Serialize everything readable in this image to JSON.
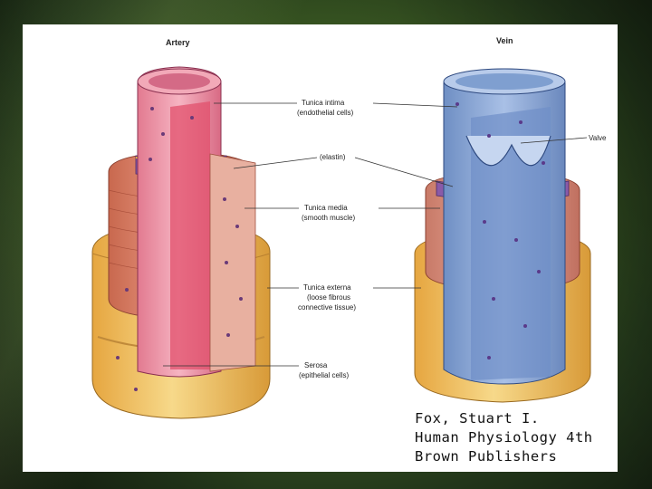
{
  "figure": {
    "artery_title": "Artery",
    "vein_title": "Vein",
    "labels": {
      "tunica_intima": "Tunica intima",
      "tunica_intima_note": "(endothelial cells)",
      "elastin": "(elastin)",
      "tunica_media": "Tunica media",
      "tunica_media_note": "(smooth muscle)",
      "tunica_externa": "Tunica externa",
      "tunica_externa_note_1": "(loose fibrous",
      "tunica_externa_note_2": "connective tissue)",
      "serosa": "Serosa",
      "serosa_note": "(epithelial cells)",
      "valve": "Valve"
    }
  },
  "citation": {
    "line1": "Fox, Stuart I.",
    "line2": "Human Physiology 4th",
    "line3": "Brown Publishers"
  },
  "colors": {
    "artery_intima": "#e8708a",
    "artery_media": "#d9826a",
    "adventitia": "#f0c060",
    "elastin": "#8a5aa8",
    "vein_intima": "#7f9fd0"
  }
}
